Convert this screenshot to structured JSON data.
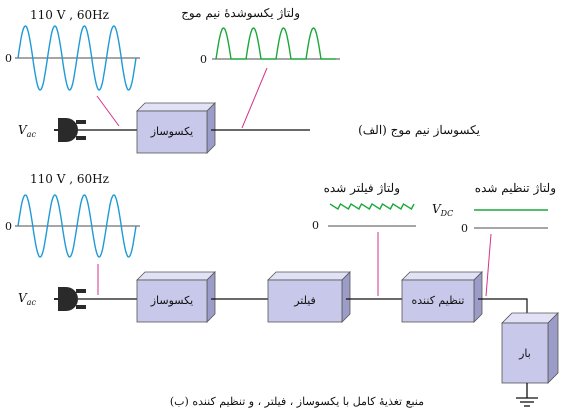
{
  "colors": {
    "ac_wave": "#1f9ad6",
    "half_wave": "#1aa83a",
    "filtered": "#1aa83a",
    "dc": "#1aa83a",
    "pointer": "#d6338a",
    "box_face": "#c8c8ea",
    "box_top": "#e2e2f6",
    "box_side": "#9c9cc9"
  },
  "top": {
    "ac_label": "110 V , 60Hz",
    "zero": "0",
    "halfwave_label": "ولتاژ یکسوشدهٔ نیم موج",
    "halfwave_zero": "0",
    "input_label": "V",
    "input_sub": "ac",
    "rectifier_box": "یکسوساز",
    "caption": "(الف) یکسوساز نیم موج"
  },
  "bottom": {
    "ac_label": "110 V , 60Hz",
    "zero": "0",
    "filtered_label": "ولتاژ فیلتر شده",
    "filtered_zero": "0",
    "regulated_label": "ولتاژ تنظیم شده",
    "vdc_label": "V",
    "vdc_sub": "DC",
    "regulated_zero": "0",
    "input_label": "V",
    "input_sub": "ac",
    "rectifier_box": "یکسوساز",
    "filter_box": "فیلتر",
    "regulator_box": "تنظیم کننده",
    "load_box": "بار",
    "caption": "(ب) منبع تغذیهٔ کامل با یکسوساز ، فیلتر ، و تنظیم کننده"
  }
}
